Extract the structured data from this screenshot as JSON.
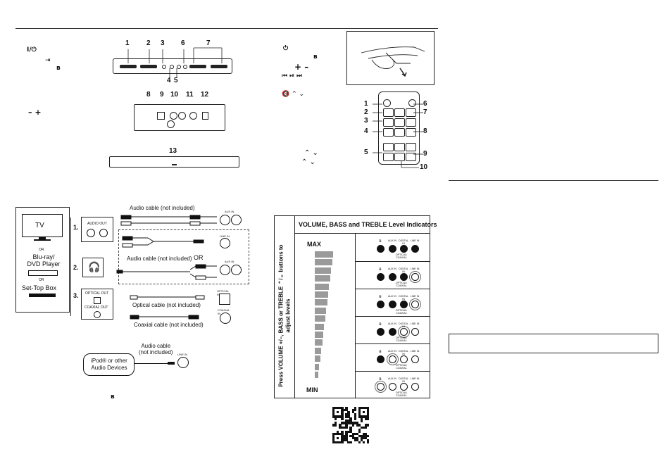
{
  "speaker": {
    "front_numbers": [
      "1",
      "2",
      "3",
      "6",
      "7",
      "4",
      "5"
    ],
    "back_numbers": [
      "8",
      "9",
      "10",
      "11",
      "12"
    ],
    "bottom_number": "13",
    "left_symbols": {
      "power_input": "I/⏻",
      "input_symbol": "⇥",
      "bt_symbol": "ʙ",
      "vol_symbols": "–  +"
    }
  },
  "remote": {
    "symbols": {
      "power": "⏻",
      "bt": "ʙ",
      "plus_minus": "+  –",
      "transport": "⏮  ⏯  ⏭",
      "mute_arrows": "🔇  ⌃  ⌄",
      "arrows_1": "⌃ ⌄",
      "arrows_2": "⌃ ⌄"
    },
    "numbers_left": [
      "1",
      "2",
      "3",
      "4",
      "5"
    ],
    "numbers_right": [
      "6",
      "7",
      "8",
      "9",
      "10"
    ]
  },
  "connections": {
    "tv_label": "TV",
    "or1": "OR",
    "player_label": "Blu-ray/\nDVD Player",
    "or2": "OR",
    "stb_label": "Set-Top Box",
    "step1": "1.",
    "step2": "2.",
    "step3": "3.",
    "audio_out": "AUDIO OUT",
    "optical_out": "OPTICAL OUT",
    "coaxial_out": "COAXIAL OUT",
    "cable_top": "Audio cable (not included)",
    "cable_mid": "Audio cable (not included)",
    "or_mid": "OR",
    "optical_cable": "Optical cable (not included)",
    "coaxial_cable": "Coaxial cable (not included)",
    "aux_in": "AUX IN",
    "line_in": "LINE IN",
    "optical_in": "OPTICAL IN",
    "coaxial_in": "COAXIAL IN",
    "ipod_label": "iPod® or other\nAudio Devices",
    "ipod_cable": "Audio cable\n(not included)",
    "ipod_line_in": "LINE IN",
    "bt_note_symbol": "ʙ"
  },
  "levels": {
    "title": "VOLUME, BASS and TREBLE Level Indicators",
    "side_text": "Press VOLUME +/–, BASS or TREBLE ⌃/⌄ buttons to adjust levels",
    "max": "MAX",
    "min": "MIN",
    "led_labels": [
      "AUX IN",
      "DIGITAL IN",
      "LINE IN"
    ],
    "optical_coaxial": "OPTICAL/ COAXIAL",
    "rows": [
      [
        "on",
        "on",
        "on",
        "on"
      ],
      [
        "on",
        "on",
        "on",
        "blink"
      ],
      [
        "on",
        "on",
        "on",
        "blink-off"
      ],
      [
        "on",
        "on",
        "blink",
        "off"
      ],
      [
        "on",
        "blink",
        "off",
        "off"
      ],
      [
        "blink",
        "off",
        "off",
        "off"
      ]
    ]
  }
}
